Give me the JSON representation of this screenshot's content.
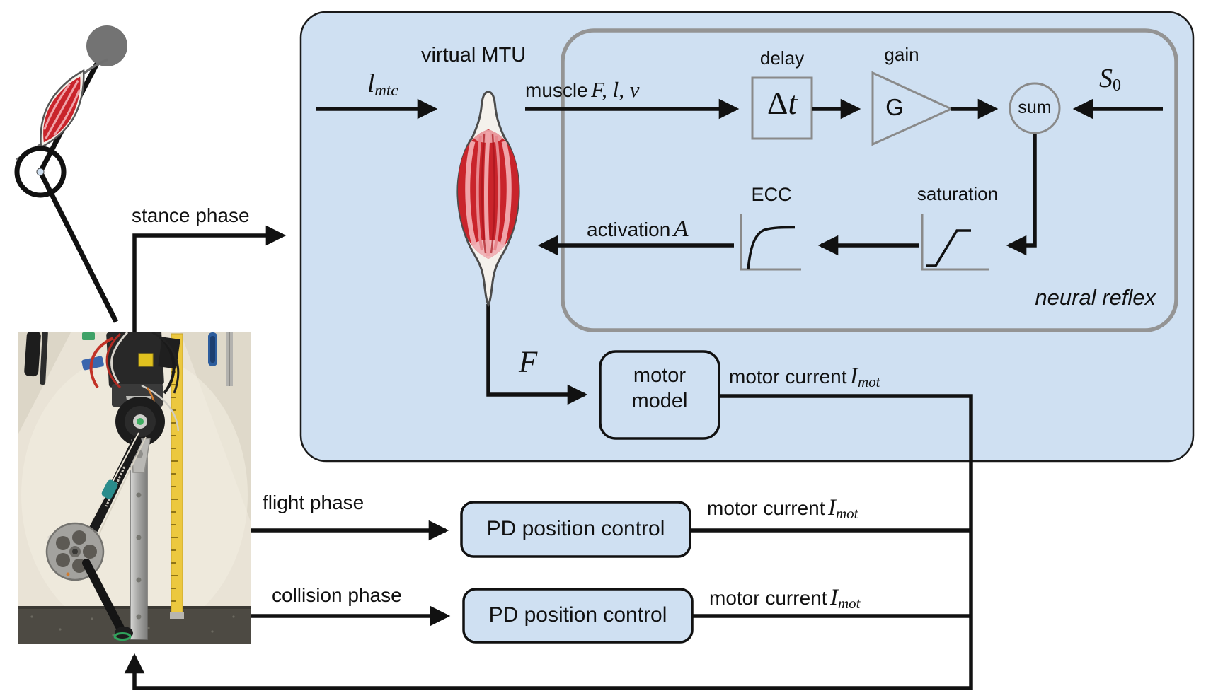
{
  "figure": {
    "type": "robot-leg-muscle-reflex-control-diagram",
    "panel_label": "virtual MTU",
    "inner_panel_label": "neural reflex"
  },
  "signals": {
    "lmtc": {
      "base": "l",
      "sub": "mtc"
    },
    "muscle_flv": {
      "prefix": "muscle",
      "math": "F, l, v"
    },
    "activation": {
      "prefix": "activation",
      "math": "A"
    },
    "force": "F",
    "s0": {
      "base": "S",
      "sub": "0"
    },
    "motor_current": {
      "prefix": "motor current",
      "base": "I",
      "sub": "mot"
    },
    "stance_phase": "stance phase",
    "flight_phase": "flight phase",
    "collision_phase": "collision phase"
  },
  "blocks": {
    "delay": {
      "label": "delay",
      "symbol_delta": "Δ",
      "symbol_t": "t"
    },
    "gain": {
      "label": "gain",
      "symbol": "G"
    },
    "sum": {
      "label": "sum"
    },
    "saturation": {
      "label": "saturation"
    },
    "ecc": {
      "label": "ECC"
    },
    "motor_model": {
      "line1": "motor",
      "line2": "model"
    },
    "pd_flight": {
      "label": "PD position control"
    },
    "pd_collision": {
      "label": "PD position control"
    }
  },
  "colors": {
    "panel_blue": "#cfe0f2",
    "outline_gray": "#909090",
    "arrow_black": "#111111",
    "muscle_red": "#c9242b",
    "muscle_stripe_pink": "#f0a4a9",
    "tendon_white": "#f4f1ec",
    "hip_mass_gray": "#737373"
  }
}
